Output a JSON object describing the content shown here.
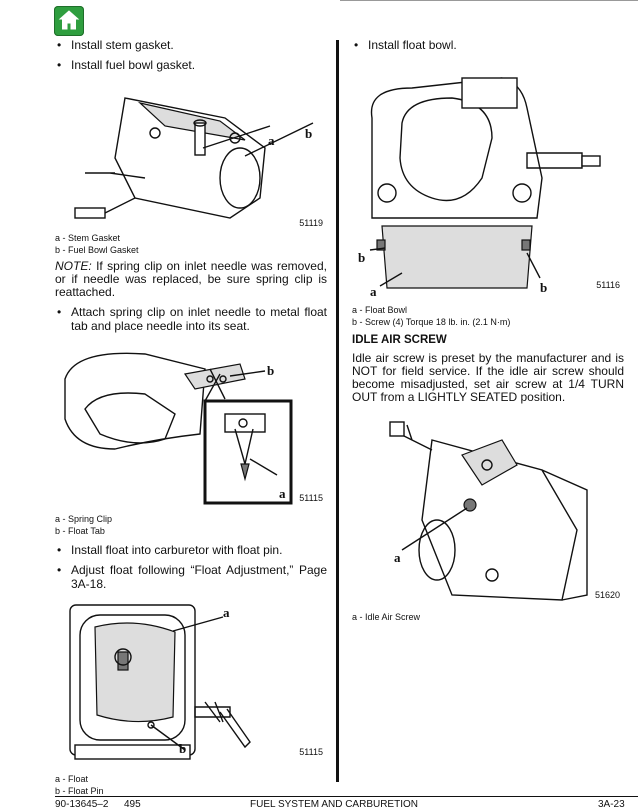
{
  "left": {
    "bullets_top": [
      "Install stem gasket.",
      "Install fuel bowl gasket."
    ],
    "fig1": {
      "callout_a": "a",
      "callout_b": "b",
      "number": "51119"
    },
    "captions1": [
      "a - Stem Gasket",
      "b - Fuel Bowl Gasket"
    ],
    "note_label": "NOTE:",
    "note_text": " If spring clip on inlet needle was removed, or if needle was replaced, be sure spring clip is reattached.",
    "bullet_attach": "Attach spring clip on inlet needle to metal float tab and place needle into its seat.",
    "fig2": {
      "callout_a": "a",
      "callout_b": "b",
      "number": "51115"
    },
    "captions2": [
      "a - Spring Clip",
      "b - Float Tab"
    ],
    "bullets_float": [
      "Install float into carburetor with float pin.",
      "Adjust float following “Float Adjustment,” Page 3A-18."
    ],
    "fig3": {
      "callout_a": "a",
      "callout_b": "b",
      "number": "51115"
    },
    "captions3": [
      "a - Float",
      "b - Float Pin"
    ]
  },
  "right": {
    "bullet_bowl": "Install float bowl.",
    "fig4": {
      "callout_a": "a",
      "callout_b1": "b",
      "callout_b2": "b",
      "number": "51116"
    },
    "captions4": [
      "a - Float Bowl",
      "b - Screw (4) Torque 18 lb. in. (2.1 N·m)"
    ],
    "heading": "IDLE AIR SCREW",
    "paragraph": "Idle air screw is preset by the manufacturer and is NOT for field service. If the idle air screw should become misadjusted, set air screw at 1/4 TURN OUT from a LIGHTLY SEATED position.",
    "fig5": {
      "callout_a": "a",
      "number": "51620"
    },
    "captions5": [
      "a - Idle Air Screw"
    ]
  },
  "footer": {
    "part_number": "90-13645–2",
    "code": "495",
    "section_title": "FUEL SYSTEM AND CARBURETION",
    "page": "3A-23"
  },
  "icons": {
    "home": "home-icon"
  },
  "colors": {
    "home_button": "#2f9e3f"
  }
}
